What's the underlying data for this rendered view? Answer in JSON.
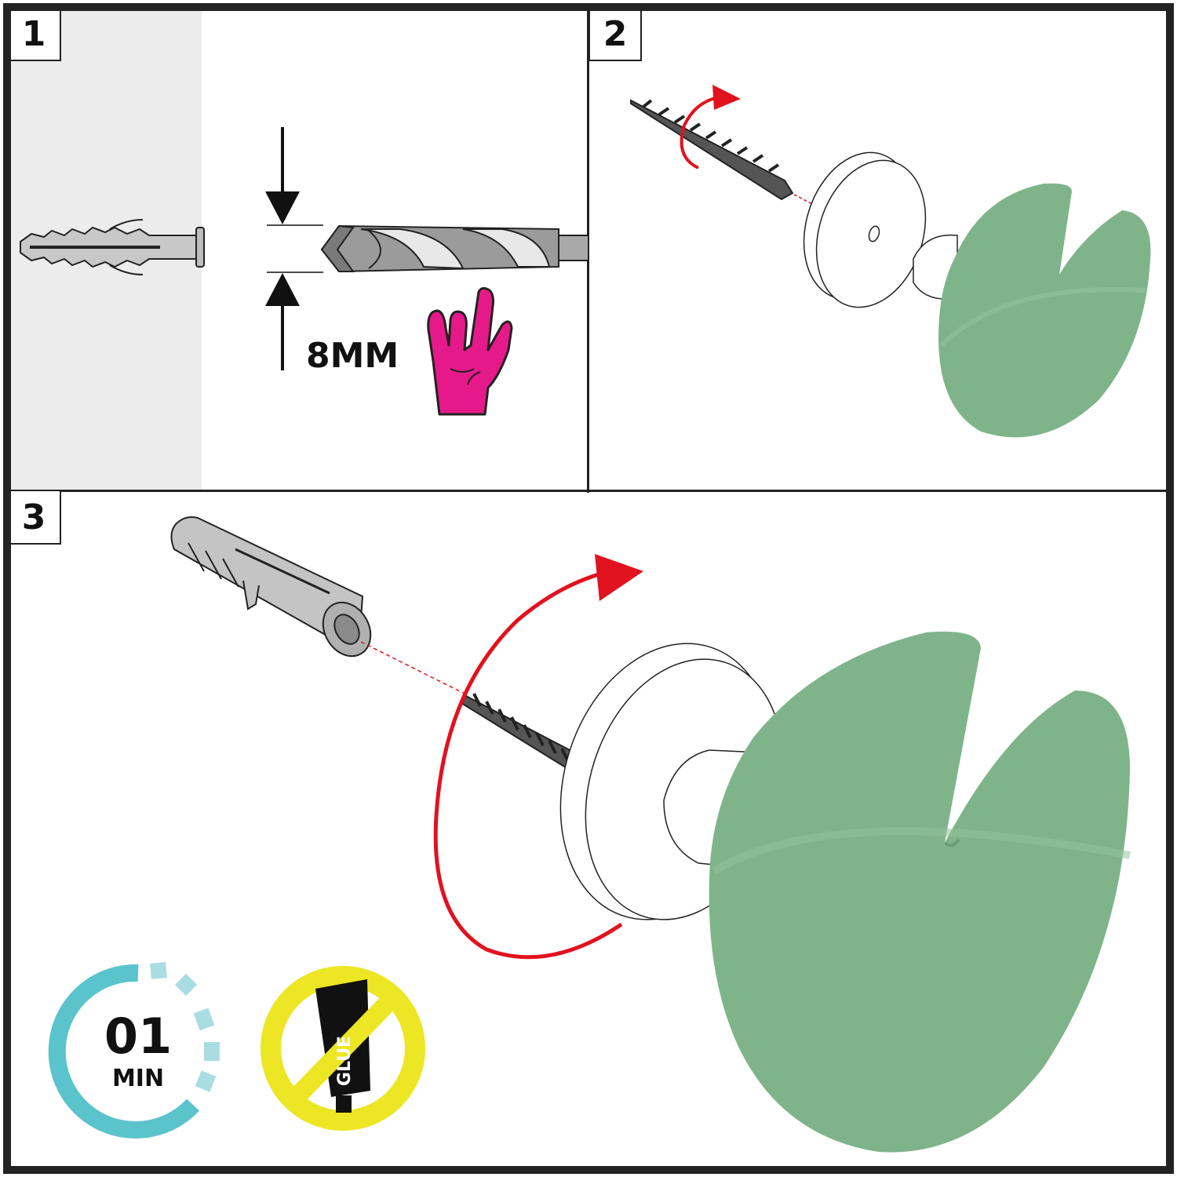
{
  "steps": [
    {
      "number": "1"
    },
    {
      "number": "2"
    },
    {
      "number": "3"
    }
  ],
  "step1": {
    "drill_size": "8MM",
    "hand_icon": "rock-hand-icon",
    "accent_color": "#e6198a"
  },
  "timer": {
    "value": "01",
    "unit": "MIN",
    "color": "#5bc3cc"
  },
  "no_glue": {
    "label": "GLUE",
    "icon": "no-glue-icon",
    "color": "#ece624"
  },
  "colors": {
    "hook_green": "#7fb48a",
    "rotation_arrow": "#e1121f",
    "outline": "#222222"
  }
}
